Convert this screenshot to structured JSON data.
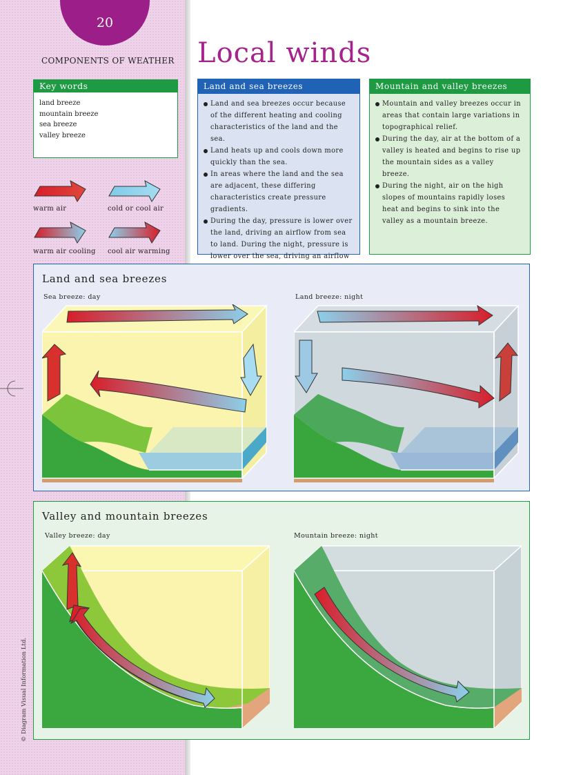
{
  "page_number": "20",
  "section": "COMPONENTS OF WEATHER",
  "title": "Local winds",
  "key_words": {
    "heading": "Key words",
    "items": [
      "land breeze",
      "mountain breeze",
      "sea breeze",
      "valley breeze"
    ]
  },
  "legend": [
    {
      "label": "warm air",
      "icon": "warm-air-arrow"
    },
    {
      "label": "cold or cool air",
      "icon": "cold-air-arrow"
    },
    {
      "label": "warm air cooling",
      "icon": "warm-cooling-arrow"
    },
    {
      "label": "cool air warming",
      "icon": "cool-warming-arrow"
    }
  ],
  "land_sea_box": {
    "heading": "Land and sea breezes",
    "bullets": [
      "Land and sea breezes occur because of the different heating and cooling characteristics of the land and the sea.",
      "Land heats up and cools down more quickly than the sea.",
      "In areas where the land and the sea are adjacent, these differing characteristics create pressure gradients.",
      "During the day, pressure is lower over the land, driving an airflow from sea to land. During the night, pressure is lower over the sea, driving an airflow from land to sea."
    ]
  },
  "mountain_valley_box": {
    "heading": "Mountain and valley breezes",
    "bullets": [
      "Mountain and valley breezes occur in areas that contain large variations in topographical relief.",
      "During the day, air at the bottom of a valley is heated and begins to rise up the mountain sides as a valley breeze.",
      "During the night, air on the high slopes of mountains rapidly loses heat and begins to sink into the valley as a mountain breeze."
    ]
  },
  "land_sea_panel": {
    "title": "Land and sea breezes",
    "day_label": "Sea breeze: day",
    "night_label": "Land breeze: night"
  },
  "valley_panel": {
    "title": "Valley and mountain breezes",
    "day_label": "Valley breeze: day",
    "night_label": "Mountain breeze: night"
  },
  "copyright": "© Diagram Visual Information Ltd.",
  "colors": {
    "magenta": "#9b1e89",
    "green": "#1e9a42",
    "blue": "#1f62b6",
    "warm": "#e02a2a",
    "cool": "#8ccfea"
  }
}
